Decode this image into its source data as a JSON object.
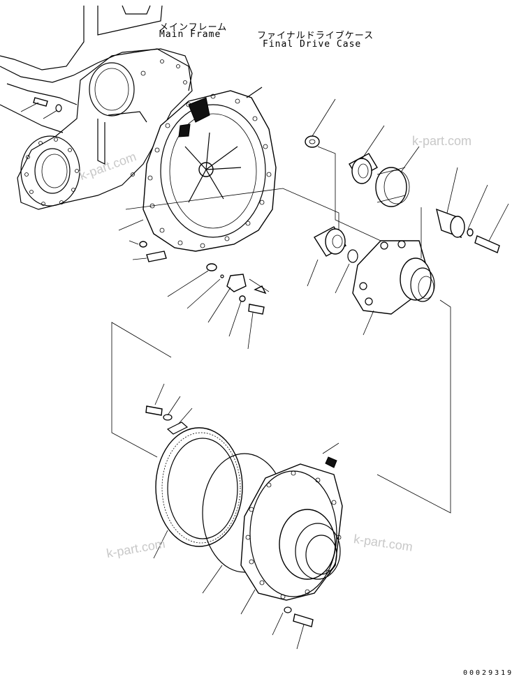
{
  "labels": {
    "main_frame_jp": "メインフレーム",
    "main_frame_en": "Main Frame",
    "final_drive_case_jp": "ファイナルドライブケース",
    "final_drive_case_en": "Final Drive Case"
  },
  "watermarks": [
    "k-part.com",
    "k-part.com",
    "k-part.com",
    "k-part.com"
  ],
  "document_number": "00029319"
}
